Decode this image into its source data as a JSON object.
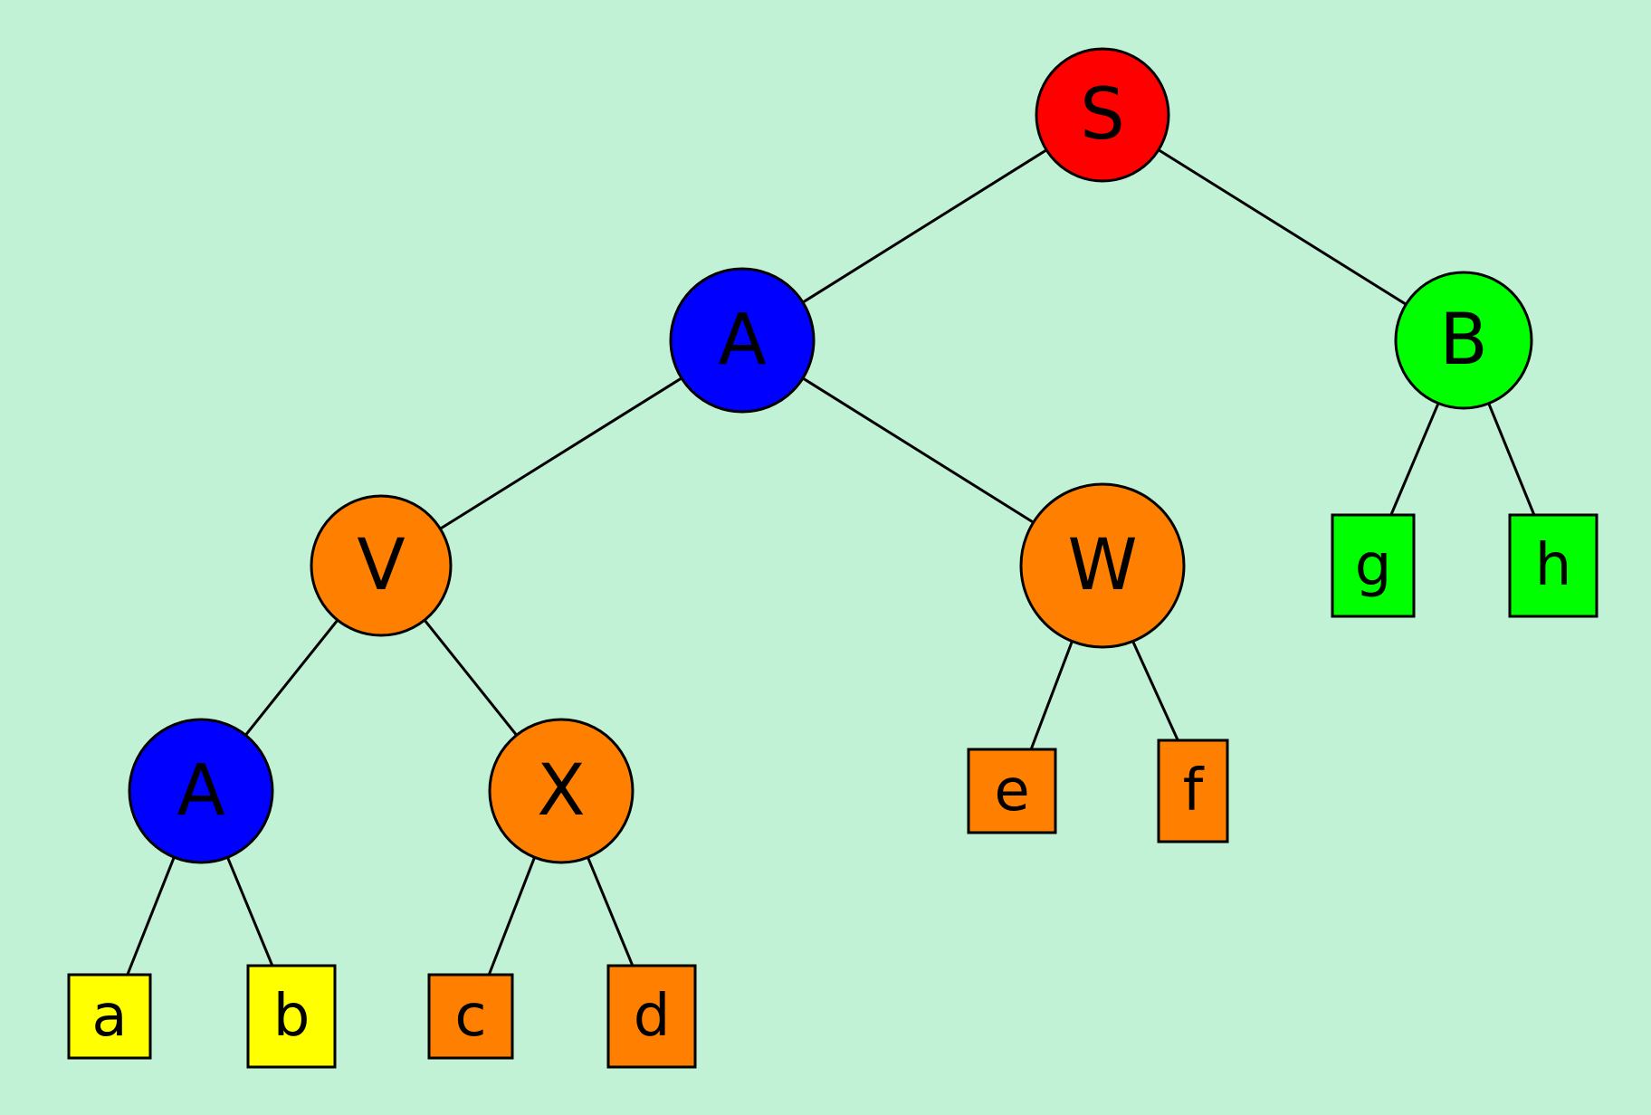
{
  "diagram": {
    "type": "tree",
    "background": "#c2f2d6",
    "colors": {
      "red": "#ff0000",
      "blue": "#0000ff",
      "green": "#00ff00",
      "orange": "#ff8000",
      "yellow": "#ffff00"
    },
    "nodes": [
      {
        "id": "S",
        "label": "S",
        "shape": "circle",
        "color": "red"
      },
      {
        "id": "A1",
        "label": "A",
        "shape": "circle",
        "color": "blue"
      },
      {
        "id": "B",
        "label": "B",
        "shape": "circle",
        "color": "green"
      },
      {
        "id": "V",
        "label": "V",
        "shape": "circle",
        "color": "orange"
      },
      {
        "id": "W",
        "label": "W",
        "shape": "circle",
        "color": "orange"
      },
      {
        "id": "A2",
        "label": "A",
        "shape": "circle",
        "color": "blue"
      },
      {
        "id": "X",
        "label": "X",
        "shape": "circle",
        "color": "orange"
      },
      {
        "id": "a",
        "label": "a",
        "shape": "square",
        "color": "yellow"
      },
      {
        "id": "b",
        "label": "b",
        "shape": "square",
        "color": "yellow"
      },
      {
        "id": "c",
        "label": "c",
        "shape": "square",
        "color": "orange"
      },
      {
        "id": "d",
        "label": "d",
        "shape": "square",
        "color": "orange"
      },
      {
        "id": "e",
        "label": "e",
        "shape": "square",
        "color": "orange"
      },
      {
        "id": "f",
        "label": "f",
        "shape": "square",
        "color": "orange"
      },
      {
        "id": "g",
        "label": "g",
        "shape": "square",
        "color": "green"
      },
      {
        "id": "h",
        "label": "h",
        "shape": "square",
        "color": "green"
      }
    ],
    "edges": [
      [
        "S",
        "A1"
      ],
      [
        "S",
        "B"
      ],
      [
        "A1",
        "V"
      ],
      [
        "A1",
        "W"
      ],
      [
        "B",
        "g"
      ],
      [
        "B",
        "h"
      ],
      [
        "V",
        "A2"
      ],
      [
        "V",
        "X"
      ],
      [
        "W",
        "e"
      ],
      [
        "W",
        "f"
      ],
      [
        "A2",
        "a"
      ],
      [
        "A2",
        "b"
      ],
      [
        "X",
        "c"
      ],
      [
        "X",
        "d"
      ]
    ]
  }
}
